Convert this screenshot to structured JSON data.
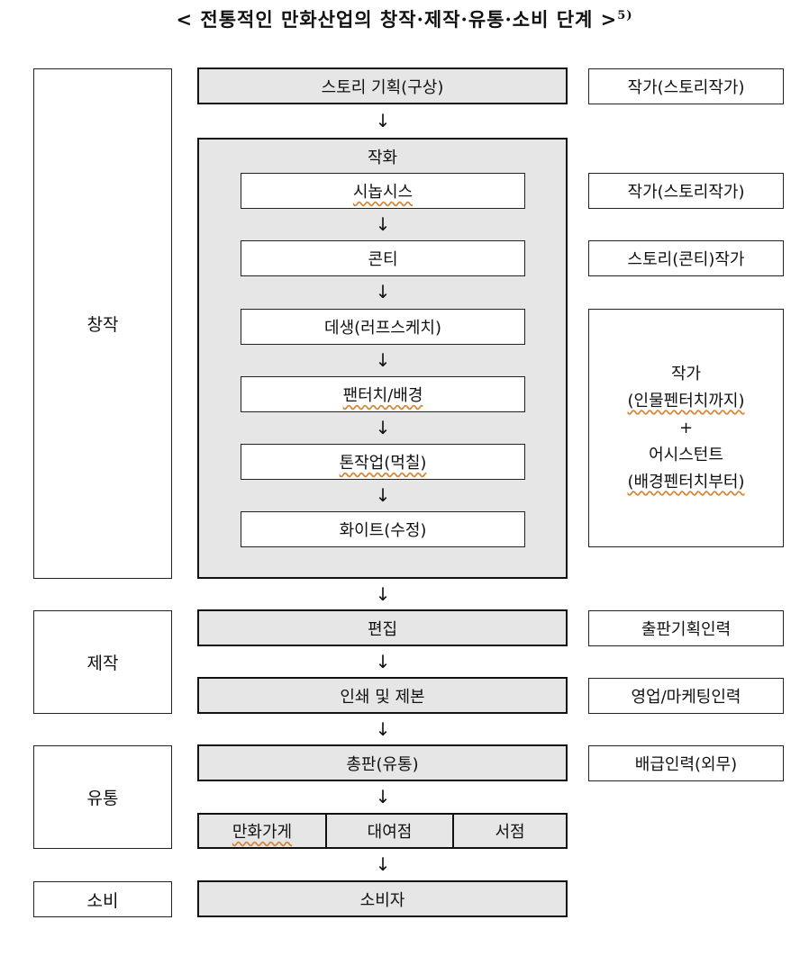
{
  "title": {
    "text": "< 전통적인 만화산업의 창작·제작·유통·소비 단계 >",
    "footnote": "5)"
  },
  "stages": {
    "creation": "창작",
    "production": "제작",
    "distribution": "유통",
    "consumption": "소비"
  },
  "flow": {
    "story_planning": "스토리 기획(구상)",
    "drawing_group": {
      "label": "작화",
      "steps": [
        "시놉시스",
        "콘티",
        "데생(러프스케치)",
        "팬터치/배경",
        "톤작업(먹칠)",
        "화이트(수정)"
      ]
    },
    "editing": "편집",
    "printing": "인쇄 및 제본",
    "wholesale": "총판(유통)",
    "outlets": [
      "만화가게",
      "대여점",
      "서점"
    ],
    "consumer": "소비자"
  },
  "roles": {
    "story_planning": "작가(스토리작가)",
    "synopsis": "작가(스토리작가)",
    "conti": "스토리(콘티)작가",
    "drawing_lines": [
      "작가",
      "(인물펜터치까지)",
      "+",
      "어시스턴트",
      "(배경펜터치부터)"
    ],
    "editing": "출판기획인력",
    "printing": "영업/마케팅인력",
    "wholesale": "배급인력(외무)"
  },
  "arrow_glyph": "↓"
}
